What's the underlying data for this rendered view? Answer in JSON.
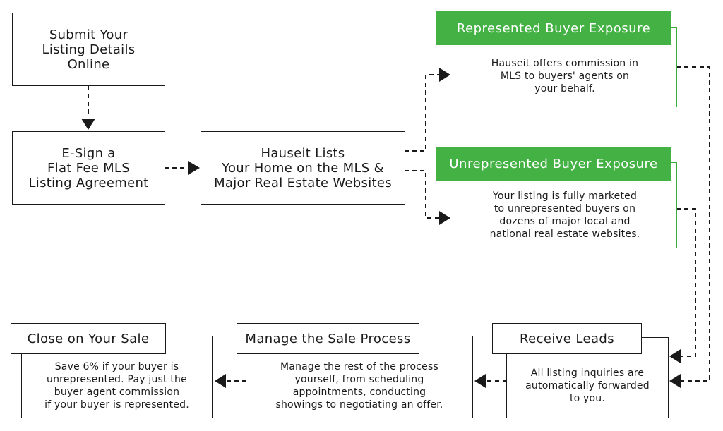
{
  "steps": {
    "submit": "Submit Your\nListing Details\nOnline",
    "esign": "E-Sign a\nFlat Fee MLS\nListing Agreement",
    "lists": "Hauseit Lists\nYour Home on the MLS &\nMajor Real Estate Websites"
  },
  "represented": {
    "title": "Represented Buyer Exposure",
    "body": "Hauseit offers commission in\nMLS to buyers' agents on\nyour behalf."
  },
  "unrepresented": {
    "title": "Unrepresented Buyer Exposure",
    "body": "Your listing is fully marketed\nto unrepresented buyers on\ndozens of major local and\nnational real estate websites."
  },
  "leads": {
    "title": "Receive Leads",
    "body": "All listing inquiries are\nautomatically forwarded\nto you."
  },
  "manage": {
    "title": "Manage the Sale Process",
    "body": "Manage the rest of the process\nyourself, from scheduling\nappointments, conducting\nshowings to negotiating an offer."
  },
  "close": {
    "title": "Close on Your Sale",
    "body": "Save 6% if your buyer is\nunrepresented. Pay just the\nbuyer agent commission\nif your buyer is represented."
  },
  "colors": {
    "accent": "#44b144",
    "line": "#1a1a1a"
  }
}
